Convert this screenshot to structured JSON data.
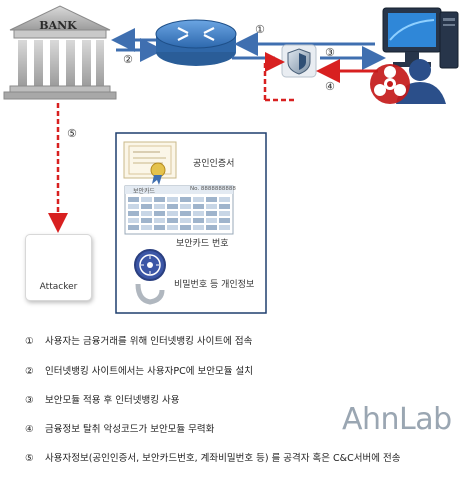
{
  "bank": {
    "label": "BANK"
  },
  "steps": {
    "n1": "①",
    "n2": "②",
    "n3": "③",
    "n4": "④",
    "n5": "⑤"
  },
  "cards": {
    "cert_label": "공인인증서",
    "security_card_label": "보안카드 번호",
    "security_card_header": "보안카드",
    "security_card_serial": "No. 8888888888",
    "personal_label": "비밀번호 등 개인정보"
  },
  "attacker": {
    "label": "Attacker"
  },
  "legend": [
    {
      "num": "①",
      "text": "사용자는 금융거래를 위해 인터넷뱅킹 사이트에 접속"
    },
    {
      "num": "②",
      "text": "인터넷뱅킹 사이트에서는 사용자PC에 보안모듈 설치"
    },
    {
      "num": "③",
      "text": "보안모듈 적용 후 인터넷뱅킹 사용"
    },
    {
      "num": "④",
      "text": "금융정보 탈취 악성코드가 보안모듈 무력화"
    },
    {
      "num": "⑤",
      "text": "사용자정보(공인인증서, 보안카드번호, 계좌비밀번호 등) 를 공격자 혹은 C&C서버에 전송"
    }
  ],
  "brand": {
    "name": "AhnLab"
  },
  "colors": {
    "flow_blue": "#3f6fb0",
    "attack_red": "#d82020",
    "panel_border": "#1f3f6e",
    "router_blue": "#3a7cc4",
    "brand_gray": "#9aa6b2"
  }
}
